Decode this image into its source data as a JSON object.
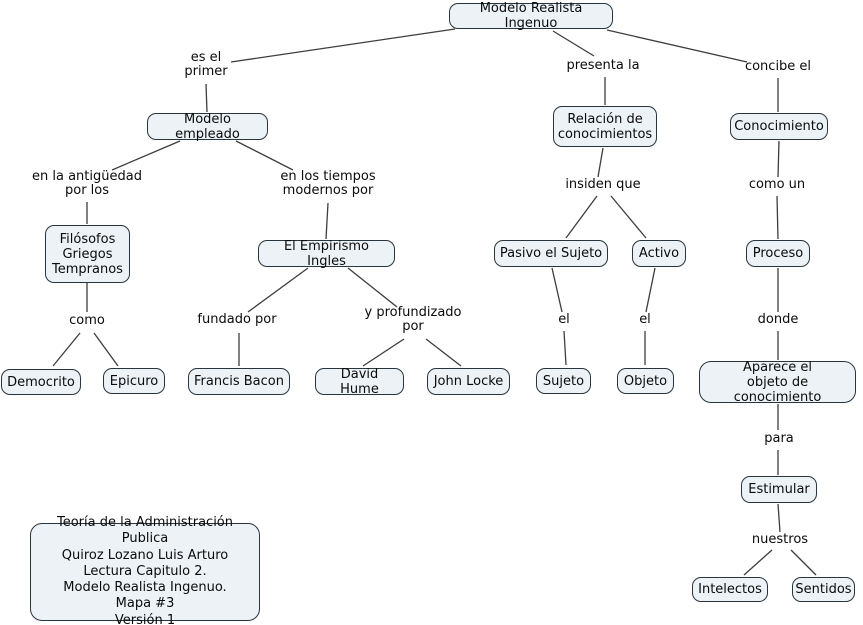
{
  "title": "Modelo Realista Ingenuo",
  "colors": {
    "background": "#ffffff",
    "node_fill": "#edf2f6",
    "node_border": "#28353d",
    "line": "#3d3d3d",
    "text": "#0b0b0b"
  },
  "nodes": [
    {
      "id": "modelo-realista-ingenuo",
      "label": "Modelo Realista Ingenuo"
    },
    {
      "id": "modelo-empleado",
      "label": "Modelo empleado"
    },
    {
      "id": "filosofos-griegos-tempranos",
      "label": "Filósofos\nGriegos\nTempranos"
    },
    {
      "id": "democrito",
      "label": "Democrito"
    },
    {
      "id": "epicuro",
      "label": "Epicuro"
    },
    {
      "id": "el-empirismo-ingles",
      "label": "El Empirismo Ingles"
    },
    {
      "id": "francis-bacon",
      "label": "Francis Bacon"
    },
    {
      "id": "david-hume",
      "label": "David Hume"
    },
    {
      "id": "john-locke",
      "label": "John Locke"
    },
    {
      "id": "relacion-de-conocimientos",
      "label": "Relación de\nconocimientos"
    },
    {
      "id": "pasivo-el-sujeto",
      "label": "Pasivo el Sujeto"
    },
    {
      "id": "activo",
      "label": "Activo"
    },
    {
      "id": "sujeto",
      "label": "Sujeto"
    },
    {
      "id": "objeto",
      "label": "Objeto"
    },
    {
      "id": "conocimiento",
      "label": "Conocimiento"
    },
    {
      "id": "proceso",
      "label": "Proceso"
    },
    {
      "id": "aparece-el-objeto-de-conocimiento",
      "label": "Aparece el\nobjeto de conocimiento"
    },
    {
      "id": "estimular",
      "label": "Estimular"
    },
    {
      "id": "intelectos",
      "label": "Intelectos"
    },
    {
      "id": "sentidos",
      "label": "Sentidos"
    }
  ],
  "link_labels": [
    {
      "id": "es-el-primer",
      "text": "es el\nprimer"
    },
    {
      "id": "presenta-la",
      "text": "presenta la"
    },
    {
      "id": "concibe-el",
      "text": "concibe el"
    },
    {
      "id": "en-la-antiguedad-por-los",
      "text": "en la antigüedad\npor los"
    },
    {
      "id": "en-los-tiempos-modernos-por",
      "text": "en los tiempos\nmodernos por"
    },
    {
      "id": "insiden-que",
      "text": "insiden que"
    },
    {
      "id": "como-un",
      "text": "como un"
    },
    {
      "id": "como",
      "text": "como"
    },
    {
      "id": "fundado-por",
      "text": "fundado por"
    },
    {
      "id": "y-profundizado-por",
      "text": "y profundizado\npor"
    },
    {
      "id": "el-hacia-sujeto",
      "text": "el"
    },
    {
      "id": "el-hacia-objeto",
      "text": "el"
    },
    {
      "id": "donde",
      "text": "donde"
    },
    {
      "id": "para",
      "text": "para"
    },
    {
      "id": "nuestros",
      "text": "nuestros"
    }
  ],
  "legend": {
    "text": "Teoría de la Administración Publica\nQuiroz Lozano Luis Arturo\nLectura Capitulo 2.\nModelo Realista Ingenuo.\nMapa #3\nVersión 1"
  }
}
